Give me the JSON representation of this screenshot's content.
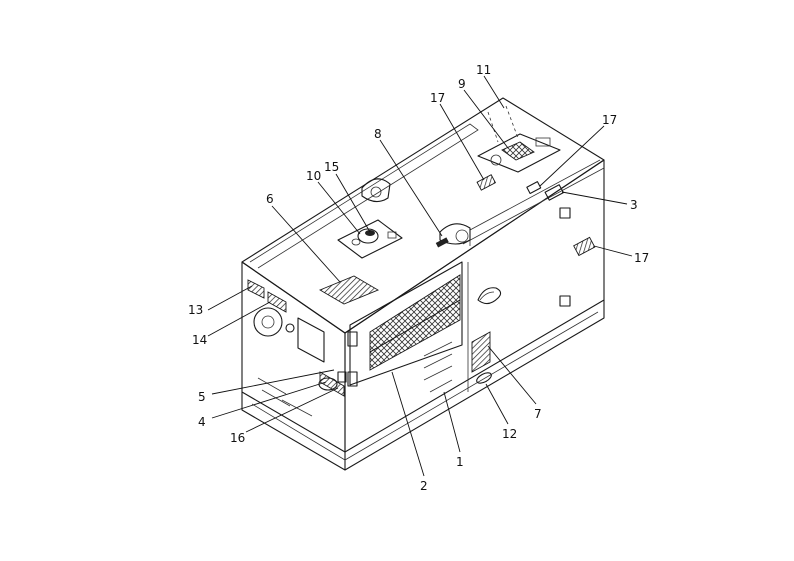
{
  "callouts": [
    {
      "label": "1"
    },
    {
      "label": "2"
    },
    {
      "label": "3"
    },
    {
      "label": "4"
    },
    {
      "label": "5"
    },
    {
      "label": "6"
    },
    {
      "label": "7"
    },
    {
      "label": "8"
    },
    {
      "label": "9"
    },
    {
      "label": "10"
    },
    {
      "label": "11"
    },
    {
      "label": "12"
    },
    {
      "label": "13"
    },
    {
      "label": "14"
    },
    {
      "label": "15"
    },
    {
      "label": "16"
    },
    {
      "label": "17"
    },
    {
      "label": "17"
    },
    {
      "label": "17"
    }
  ],
  "colors": {
    "ink": "#1a1a1a",
    "paper": "#ffffff"
  }
}
